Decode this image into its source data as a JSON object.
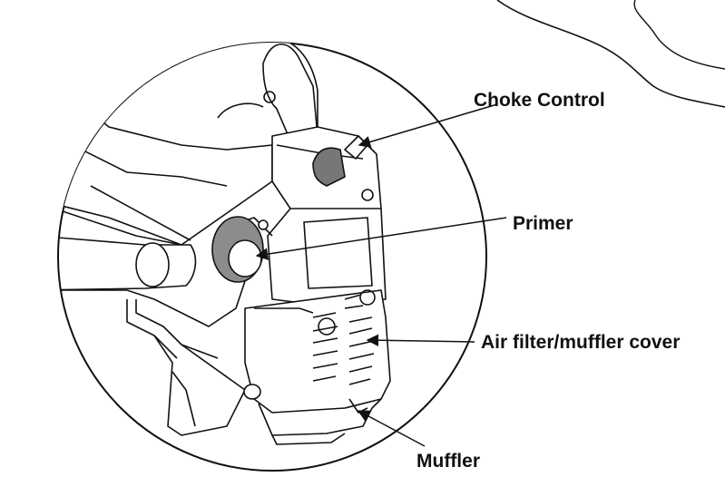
{
  "labels": {
    "choke_control": "Choke Control",
    "primer": "Primer",
    "air_filter_muffler_cover": "Air filter/muffler cover",
    "muffler": "Muffler"
  },
  "colors": {
    "line": "#111111",
    "primer_gray": "#8c8c8c",
    "background": "#ffffff"
  }
}
